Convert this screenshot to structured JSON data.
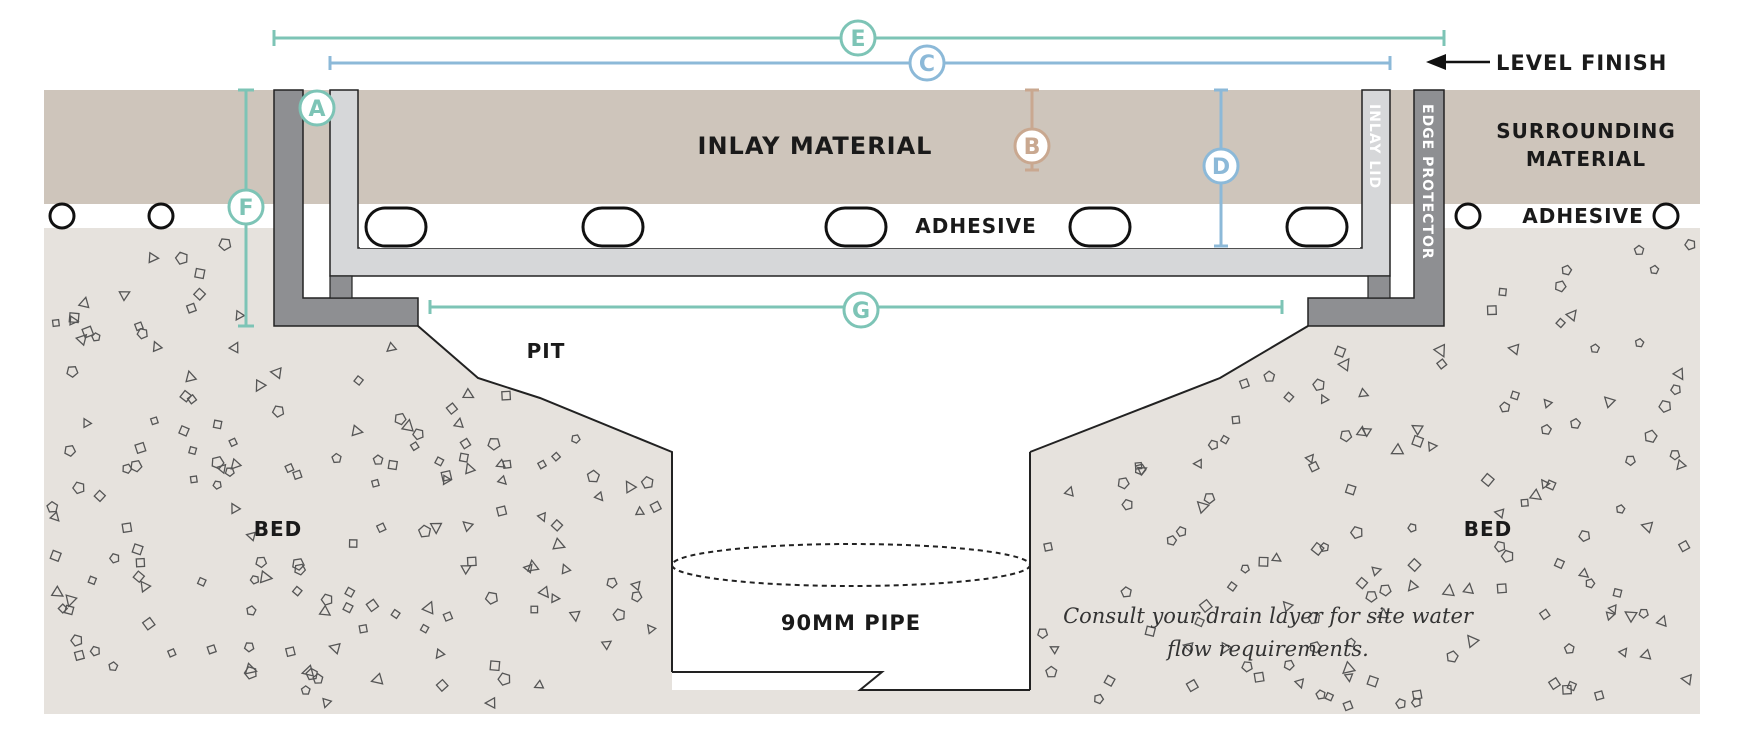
{
  "labels": {
    "level_finish": "LEVEL FINISH",
    "surrounding_line1": "SURROUNDING",
    "surrounding_line2": "MATERIAL",
    "adhesive_right": "ADHESIVE",
    "inlay_material": "INLAY MATERIAL",
    "adhesive_center": "ADHESIVE",
    "inlay_lid": "INLAY LID",
    "edge_protector": "EDGE PROTECTOR",
    "pit": "PIT",
    "bed_left": "BED",
    "bed_right": "BED",
    "pipe": "90MM PIPE",
    "note_line1": "Consult your drain layer for site water",
    "note_line2": "flow requirements."
  },
  "dimensions": {
    "A": "A",
    "B": "B",
    "C": "C",
    "D": "D",
    "E": "E",
    "F": "F",
    "G": "G"
  },
  "colors": {
    "teal": "#7dc4b6",
    "blue": "#8cb9d8",
    "tan": "#c9a890",
    "surrounding": "#cec5bb",
    "bed": "#e6e2dd",
    "edge_protector": "#8e8f92",
    "inlay_lid": "#d6d7d9"
  }
}
